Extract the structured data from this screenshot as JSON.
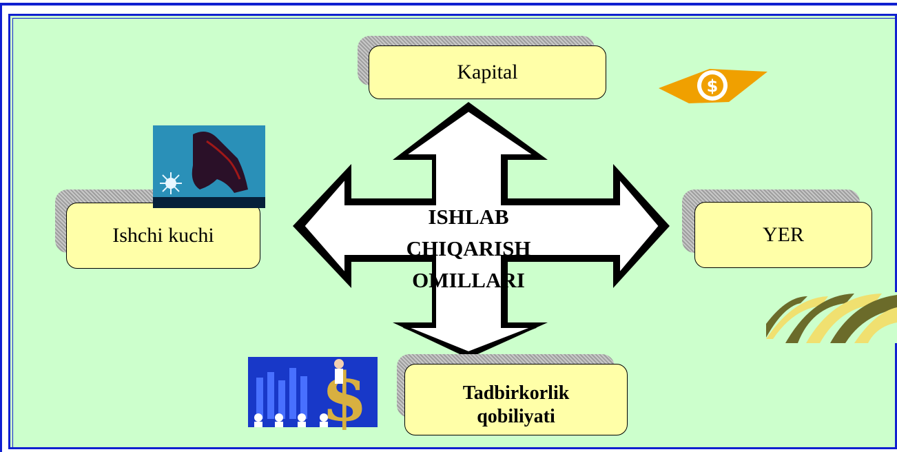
{
  "center": {
    "line1": "ISHLAB",
    "line2": "CHIQARISH",
    "line3": "OMILLARI"
  },
  "nodes": {
    "kapital": "Kapital",
    "ishchi": "Ishchi kuchi",
    "yer": "YER",
    "tadbirkorlik_line1": "Tadbirkorlik",
    "tadbirkorlik_line2": "qobiliyati"
  },
  "icons": {
    "top_right": "dollar-coin-icon",
    "welder": "welder-clipart-icon",
    "field": "field-rows-icon",
    "business": "business-chart-icon"
  },
  "colors": {
    "background": "#ccffcc",
    "frame": "#1020d0",
    "box_fill": "#ffffa8",
    "coin": "#f0a000"
  }
}
